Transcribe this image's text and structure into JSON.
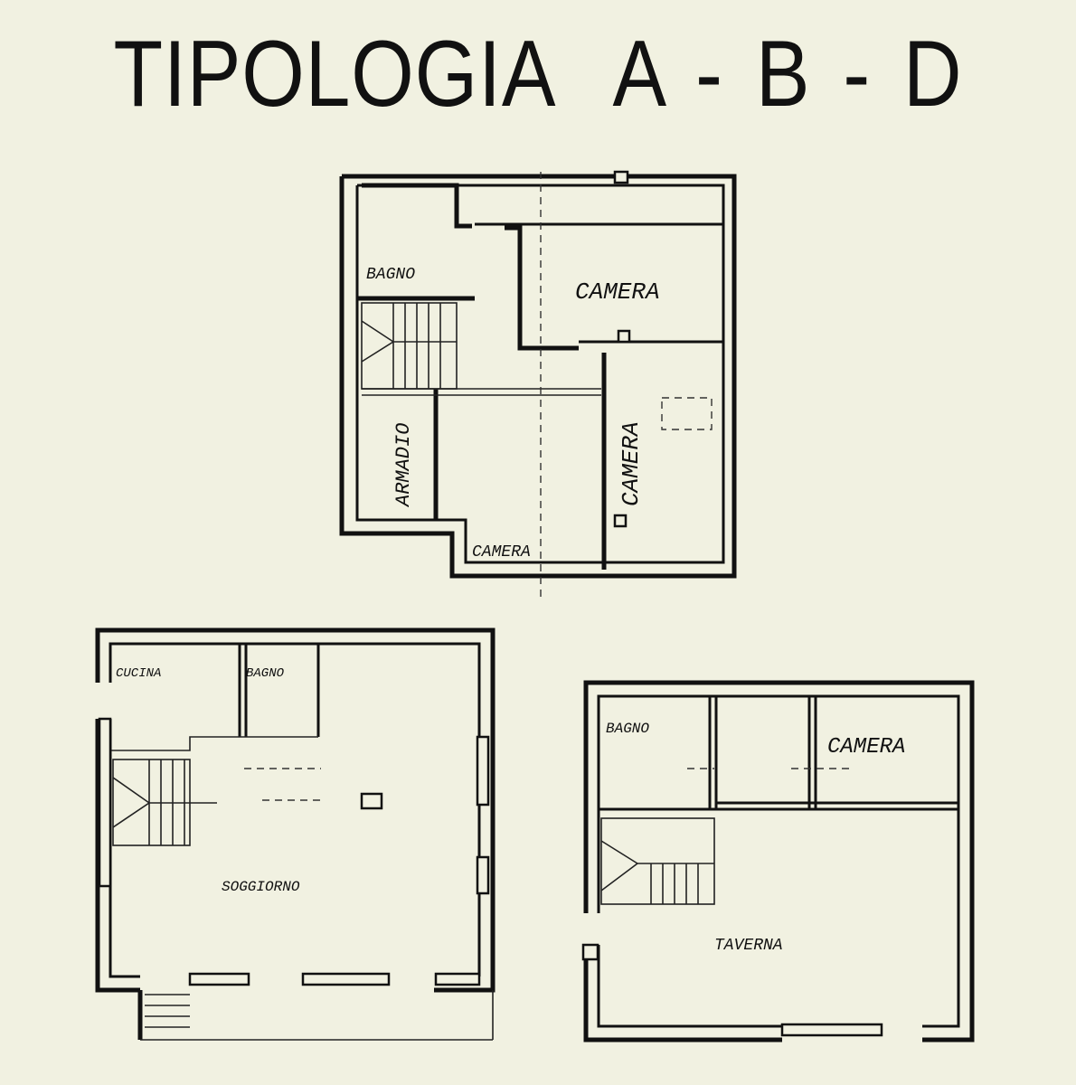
{
  "title": "TIPOLOGIA  A - B - D",
  "upper_floor": {
    "rooms": {
      "bagno": "BAGNO",
      "camera_main": "CAMERA",
      "armadio": "ARMADIO",
      "camera_side": "CAMERA",
      "camera_bottom": "CAMERA"
    }
  },
  "ground_floor": {
    "rooms": {
      "cucina": "CUCINA",
      "bagno": "BAGNO",
      "soggiorno": "SOGGIORNO"
    }
  },
  "basement_floor": {
    "rooms": {
      "bagno": "BAGNO",
      "camera": "CAMERA",
      "taverna": "TAVERNA"
    }
  }
}
